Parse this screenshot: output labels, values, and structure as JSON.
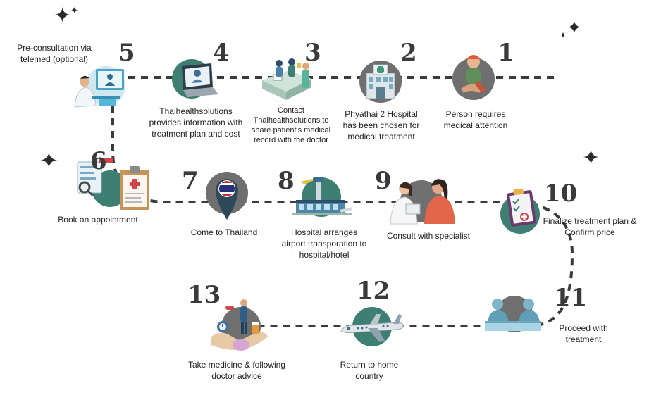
{
  "steps": [
    {
      "num": "1",
      "label": "Person requires medical attention",
      "icon": "person-icon"
    },
    {
      "num": "2",
      "label": "Phyathai 2 Hospital has been chosen for medical treatment",
      "icon": "hospital-icon"
    },
    {
      "num": "3",
      "label": "Contact Thaihealthsolutions to share patient's medical record with the doctor",
      "icon": "medical-team-icon"
    },
    {
      "num": "4",
      "label": "Thaihealthsolutions provides information with treatment plan and cost",
      "icon": "laptop-video-call-icon"
    },
    {
      "num": "5",
      "label": "Pre-consultation via telemed (optional)",
      "icon": "telemed-doctor-icon"
    },
    {
      "num": "6",
      "label": "Book an appointment",
      "icon": "appointment-clipboard-icon"
    },
    {
      "num": "7",
      "label": "Come to Thailand",
      "icon": "thailand-flag-pin-icon"
    },
    {
      "num": "8",
      "label": "Hospital arranges airport transporation to hospital/hotel",
      "icon": "airport-icon"
    },
    {
      "num": "9",
      "label": "Consult with specialist",
      "icon": "doctor-consult-icon"
    },
    {
      "num": "10",
      "label": "Finalize treatment plan & Confirm price",
      "icon": "treatment-plan-icon"
    },
    {
      "num": "11",
      "label": "Proceed with treatment",
      "icon": "surgery-icon"
    },
    {
      "num": "12",
      "label": "Return to home country",
      "icon": "airplane-icon"
    },
    {
      "num": "13",
      "label": "Take medicine & following doctor advice",
      "icon": "medicine-icon"
    }
  ],
  "colors": {
    "path": "#3b3b3b",
    "teal": "#3e7f73",
    "circle_grey": "#6f6f6f",
    "number": "#3a3a3a",
    "flag_red": "#c8343a",
    "flag_blue": "#27317a"
  }
}
